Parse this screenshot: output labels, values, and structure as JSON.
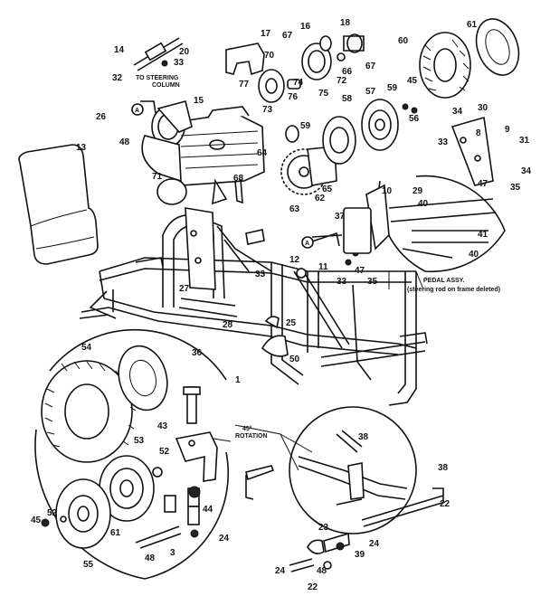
{
  "callouts": {
    "to_steering_column_line1": "TO STEERING",
    "to_steering_column_line2": "COLUMN",
    "pedal_assy_line1": "PEDAL ASSY.",
    "pedal_assy_line2": "(steering rod on frame deleted)",
    "rotation_line1": "45°",
    "rotation_line2": "ROTATION",
    "circle_a": "A"
  },
  "part_numbers": [
    "1",
    "3",
    "8",
    "9",
    "10",
    "11",
    "12",
    "13",
    "14",
    "15",
    "16",
    "17",
    "18",
    "20",
    "22",
    "22",
    "23",
    "24",
    "24",
    "24",
    "25",
    "26",
    "27",
    "28",
    "29",
    "30",
    "31",
    "32",
    "33",
    "33",
    "33",
    "33",
    "34",
    "34",
    "35",
    "35",
    "36",
    "37",
    "38",
    "38",
    "39",
    "40",
    "40",
    "41",
    "43",
    "44",
    "45",
    "45",
    "47",
    "47",
    "48",
    "48",
    "48",
    "50",
    "52",
    "52",
    "53",
    "54",
    "55",
    "56",
    "57",
    "58",
    "59",
    "59",
    "60",
    "61",
    "61",
    "62",
    "63",
    "64",
    "65",
    "66",
    "67",
    "67",
    "68",
    "70",
    "71",
    "72",
    "73",
    "74",
    "75",
    "76",
    "77"
  ]
}
